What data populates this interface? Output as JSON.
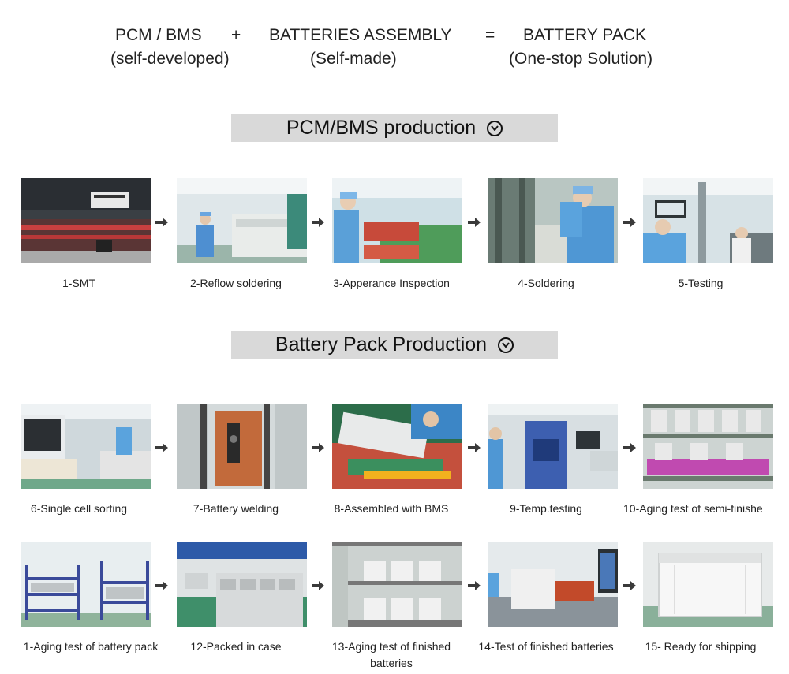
{
  "header": {
    "pcm": "PCM / BMS",
    "plus": "+",
    "assembly": "BATTERIES ASSEMBLY",
    "equals": "=",
    "pack": "BATTERY PACK",
    "pcm_sub": "(self-developed)",
    "assembly_sub": "(Self-made)",
    "pack_sub": "(One-stop Solution)"
  },
  "sections": {
    "pcm_title": "PCM/BMS production",
    "battery_title": "Battery Pack Production"
  },
  "steps": [
    {
      "label": "1-SMT"
    },
    {
      "label": "2-Reflow soldering"
    },
    {
      "label": "3-Apperance Inspection"
    },
    {
      "label": "4-Soldering"
    },
    {
      "label": "5-Testing"
    },
    {
      "label": "6-Single cell sorting"
    },
    {
      "label": "7-Battery welding"
    },
    {
      "label": "8-Assembled with BMS"
    },
    {
      "label": "9-Temp.testing"
    },
    {
      "label": "10-Aging test of semi-finishe"
    },
    {
      "label": "1-Aging test of battery pack"
    },
    {
      "label": "12-Packed in case"
    },
    {
      "label": "13-Aging test of finished batteries"
    },
    {
      "label": "14-Test of finished batteries"
    },
    {
      "label": "15- Ready for shipping"
    }
  ],
  "icons": {
    "section_toggle": "chevron-down-circle-icon",
    "flow_arrow": "arrow-right-icon"
  }
}
